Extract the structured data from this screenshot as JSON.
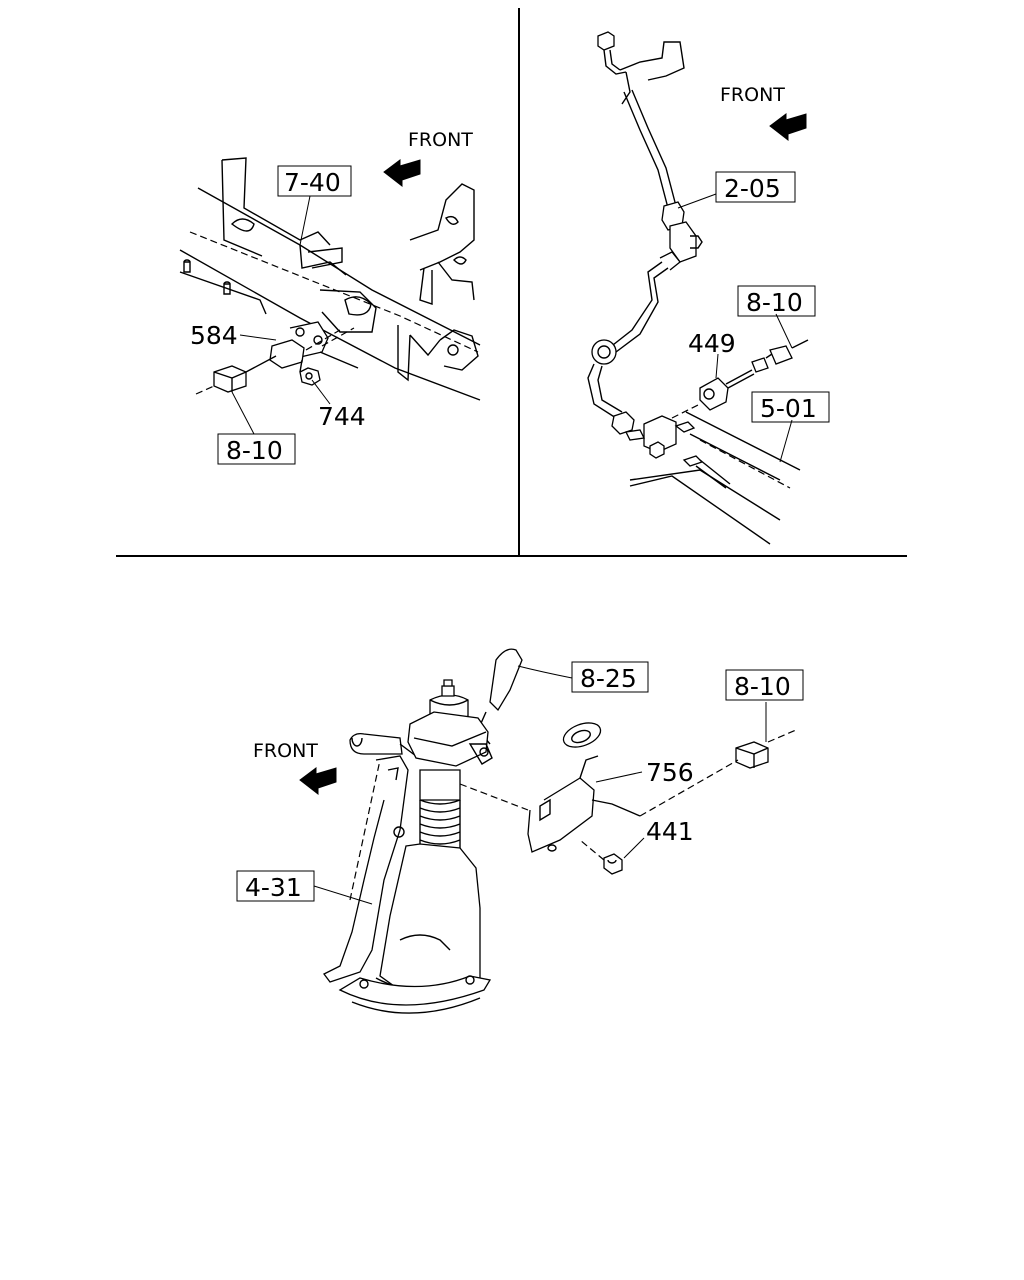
{
  "diagram": {
    "front_labels": [
      "FRONT",
      "FRONT",
      "FRONT"
    ],
    "top_left": {
      "ref_boxes": [
        "7-40",
        "8-10"
      ],
      "callouts": [
        "584",
        "744"
      ]
    },
    "top_right": {
      "ref_boxes": [
        "2-05",
        "8-10",
        "5-01"
      ],
      "callouts": [
        "449"
      ]
    },
    "bottom": {
      "ref_boxes": [
        "8-25",
        "8-10",
        "4-31"
      ],
      "callouts": [
        "756",
        "441"
      ]
    }
  }
}
